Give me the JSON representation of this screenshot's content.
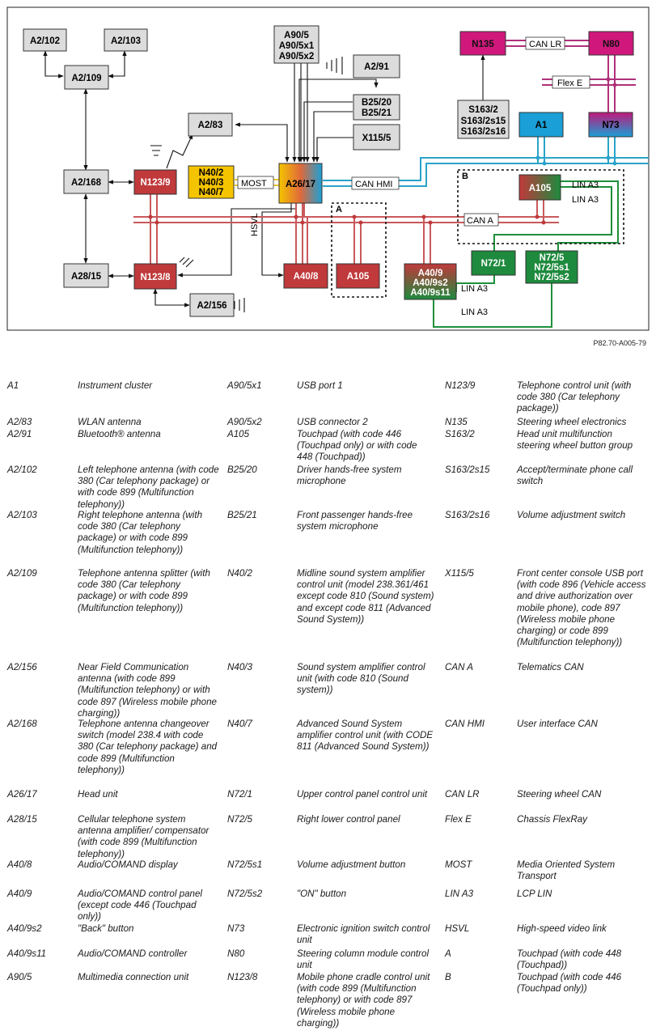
{
  "components": {
    "A2_102": "A2/102",
    "A2_103": "A2/103",
    "A2_109": "A2/109",
    "A2_83": "A2/83",
    "A2_91": "A2/91",
    "A2_168": "A2/168",
    "A28_15": "A28/15",
    "A2_156": "A2/156",
    "N123_9": "N123/9",
    "N123_8": "N123/8",
    "N40": [
      "N40/2",
      "N40/3",
      "N40/7"
    ],
    "A26_17": "A26/17",
    "A90": [
      "A90/5",
      "A90/5x1",
      "A90/5x2"
    ],
    "B25": [
      "B25/20",
      "B25/21"
    ],
    "X115_5": "X115/5",
    "A40_8": "A40/8",
    "A105_a": "A105",
    "A105_b": "A105",
    "A40_9": [
      "A40/9",
      "A40/9s2",
      "A40/9s11"
    ],
    "N72_1": "N72/1",
    "N72_5": [
      "N72/5",
      "N72/5s1",
      "N72/5s2"
    ],
    "N135": "N135",
    "N80": "N80",
    "S163": [
      "S163/2",
      "S163/2s15",
      "S163/2s16"
    ],
    "A1": "A1",
    "N73": "N73"
  },
  "bus_labels": {
    "most": "MOST",
    "can_hmi": "CAN HMI",
    "can_a": "CAN A",
    "can_lr": "CAN LR",
    "flex_e": "Flex E",
    "lin_a3_1": "LIN A3",
    "lin_a3_2": "LIN A3",
    "lin_a3_3": "LIN A3",
    "lin_a3_4": "LIN A3",
    "hsvl": "HSVL",
    "area_a": "A",
    "area_b": "B"
  },
  "colors": {
    "red_unit": "#c0393b",
    "grey_unit": "#dcdcdc",
    "green_unit": "#1e8a3e",
    "yellow_unit": "#f5c400",
    "blue_unit": "#1a9fd6",
    "magenta_unit": "#d0187c",
    "can_line": "#c9595b",
    "can_hmi_line": "#29a3c9",
    "lin_line": "#1f8f3a",
    "most_line": "#e8c53a",
    "flex_line": "#b0307a"
  },
  "figure_ref": "P82.70-A005-79",
  "legend": {
    "col1": [
      {
        "code": "A1",
        "desc": "Instrument cluster"
      },
      {
        "code": "A2/83",
        "desc": "WLAN antenna"
      },
      {
        "code": "A2/91",
        "desc": "Bluetooth® antenna"
      },
      {
        "code": "A2/102",
        "desc": "Left telephone antenna (with code 380 (Car telephony package) or with code 899 (Multifunction telephony))"
      },
      {
        "code": "A2/103",
        "desc": "Right telephone antenna (with code 380 (Car telephony package) or with code 899 (Multifunction telephony))"
      },
      {
        "code": "A2/109",
        "desc": "Telephone antenna splitter (with code 380 (Car telephony package) or with code 899 (Multifunction telephony))"
      },
      {
        "code": "A2/156",
        "desc": "Near Field Communication antenna (with code 899 (Multifunction telephony) or with code 897 (Wireless mobile phone charging))"
      },
      {
        "code": "A2/168",
        "desc": "Telephone antenna changeover switch (model 238.4 with code 380 (Car telephony package) and code 899 (Multifunction telephony))"
      },
      {
        "code": "A26/17",
        "desc": "Head unit"
      },
      {
        "code": "A28/15",
        "desc": "Cellular telephone system antenna amplifier/ compensator (with code 899 (Multifunction telephony))"
      },
      {
        "code": "A40/8",
        "desc": "Audio/COMAND display"
      },
      {
        "code": "A40/9",
        "desc": "Audio/COMAND control panel (except code 446 (Touchpad only))"
      },
      {
        "code": "A40/9s2",
        "desc": "\"Back\" button"
      },
      {
        "code": "A40/9s11",
        "desc": "Audio/COMAND controller"
      },
      {
        "code": "A90/5",
        "desc": "Multimedia connection unit"
      }
    ],
    "col2": [
      {
        "code": "A90/5x1",
        "desc": "USB port 1"
      },
      {
        "code": "A90/5x2",
        "desc": "USB connector 2"
      },
      {
        "code": "A105",
        "desc": "Touchpad (with code 446 (Touchpad only) or with code 448 (Touchpad))"
      },
      {
        "code": "B25/20",
        "desc": "Driver hands-free system microphone"
      },
      {
        "code": "B25/21",
        "desc": "Front passenger hands-free system microphone"
      },
      {
        "code": "N40/2",
        "desc": "Midline sound system amplifier control unit (model 238.361/461 except code 810 (Sound system) and except code 811 (Advanced Sound System))"
      },
      {
        "code": "N40/3",
        "desc": "Sound system amplifier control unit (with code 810 (Sound system))"
      },
      {
        "code": "N40/7",
        "desc": "Advanced Sound System amplifier control unit (with CODE 811 (Advanced Sound System))"
      },
      {
        "code": "N72/1",
        "desc": "Upper control panel control unit"
      },
      {
        "code": "N72/5",
        "desc": "Right lower control panel"
      },
      {
        "code": "N72/5s1",
        "desc": "Volume adjustment button"
      },
      {
        "code": "N72/5s2",
        "desc": "\"ON\" button"
      },
      {
        "code": "N73",
        "desc": "Electronic ignition switch control unit"
      },
      {
        "code": "N80",
        "desc": "Steering column module control unit"
      },
      {
        "code": "N123/8",
        "desc": "Mobile phone cradle control unit (with code 899 (Multifunction telephony) or with code 897 (Wireless mobile phone charging))"
      }
    ],
    "col3": [
      {
        "code": "N123/9",
        "desc": "Telephone control unit (with code 380 (Car telephony package))"
      },
      {
        "code": "N135",
        "desc": "Steering wheel electronics"
      },
      {
        "code": "S163/2",
        "desc": "Head unit multifunction steering wheel button group"
      },
      {
        "code": "S163/2s15",
        "desc": "Accept/terminate phone call switch"
      },
      {
        "code": "S163/2s16",
        "desc": "Volume adjustment switch"
      },
      {
        "code": "X115/5",
        "desc": "Front center console USB port (with code 896 (Vehicle access and drive authorization over mobile phone), code 897 (Wireless mobile phone charging) or code 899 (Multifunction telephony))"
      },
      {
        "code": "CAN A",
        "desc": "Telematics CAN"
      },
      {
        "code": "CAN HMI",
        "desc": "User interface CAN"
      },
      {
        "code": "CAN LR",
        "desc": "Steering wheel CAN"
      },
      {
        "code": "Flex E",
        "desc": "Chassis FlexRay"
      },
      {
        "code": "MOST",
        "desc": "Media Oriented System Transport"
      },
      {
        "code": "LIN A3",
        "desc": "LCP LIN"
      },
      {
        "code": "HSVL",
        "desc": "High-speed video link"
      },
      {
        "code": "A",
        "desc": "Touchpad (with code 448 (Touchpad))"
      },
      {
        "code": "B",
        "desc": "Touchpad (with code 446 (Touchpad only))"
      }
    ]
  }
}
